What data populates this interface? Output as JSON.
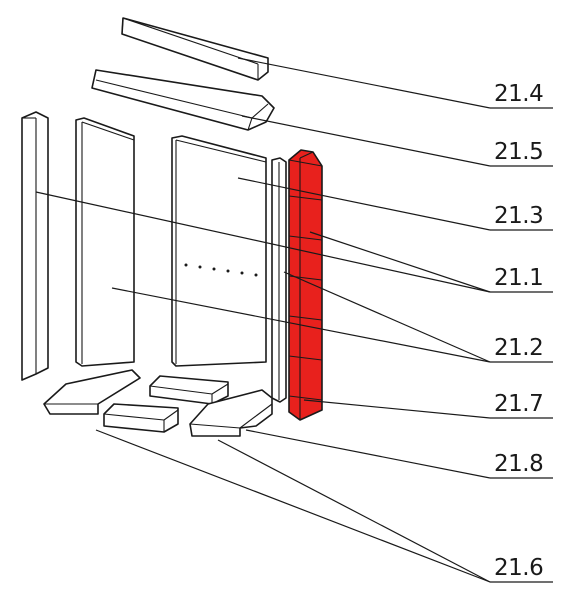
{
  "highlight_color": "#e8211d",
  "labels": {
    "l_21_4": "21.4",
    "l_21_5": "21.5",
    "l_21_3": "21.3",
    "l_21_1": "21.1",
    "l_21_2": "21.2",
    "l_21_7": "21.7",
    "l_21_8": "21.8",
    "l_21_6": "21.6"
  }
}
